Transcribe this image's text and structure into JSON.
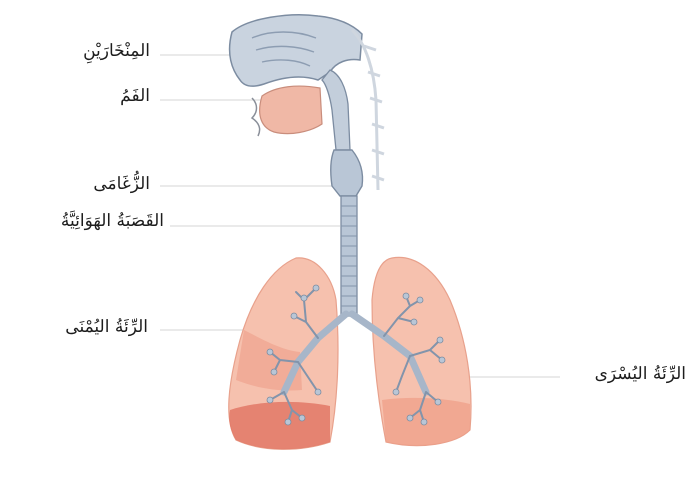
{
  "labels": {
    "nostrils": "المِنْخَارَيْنِ",
    "mouth": "الفَمُ",
    "larynx": "الزُّغَامَى",
    "trachea": "القَصَبَةُ الهَوَائِيَّةُ",
    "right_lung": "الرِّئَةُ اليُمْنَى",
    "left_lung": "الرِّئَةُ اليُسْرَى"
  },
  "colors": {
    "lung_light": "#f6c1ae",
    "lung_mid": "#ef9f88",
    "lung_dark": "#e27866",
    "airway": "#b9c6d6",
    "airway_dark": "#8294ab",
    "mouth": "#f0b8a6",
    "leader": "#d9d9d9"
  }
}
